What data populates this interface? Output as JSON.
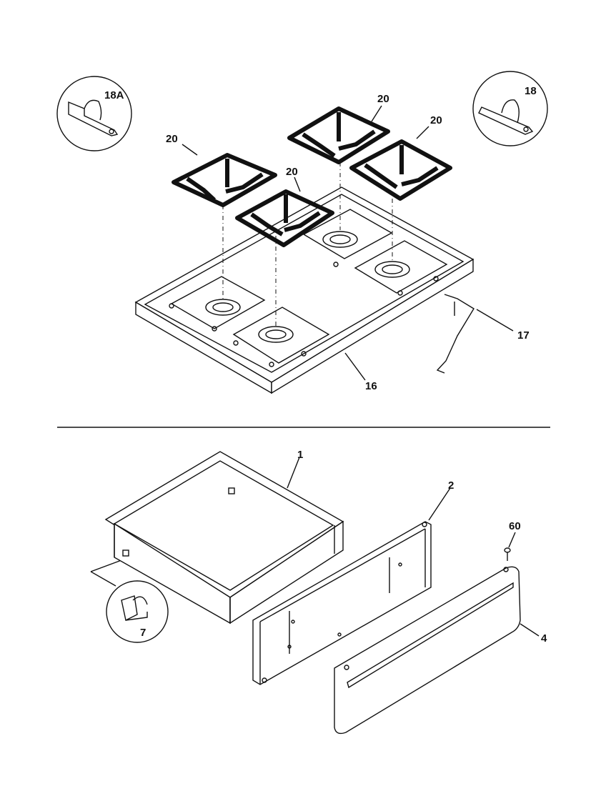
{
  "callouts": {
    "c18a": "18A",
    "c18": "18",
    "c20a": "20",
    "c20b": "20",
    "c20c": "20",
    "c20d": "20",
    "c17": "17",
    "c16": "16",
    "c1": "1",
    "c2": "2",
    "c60": "60",
    "c4": "4",
    "c7": "7"
  }
}
